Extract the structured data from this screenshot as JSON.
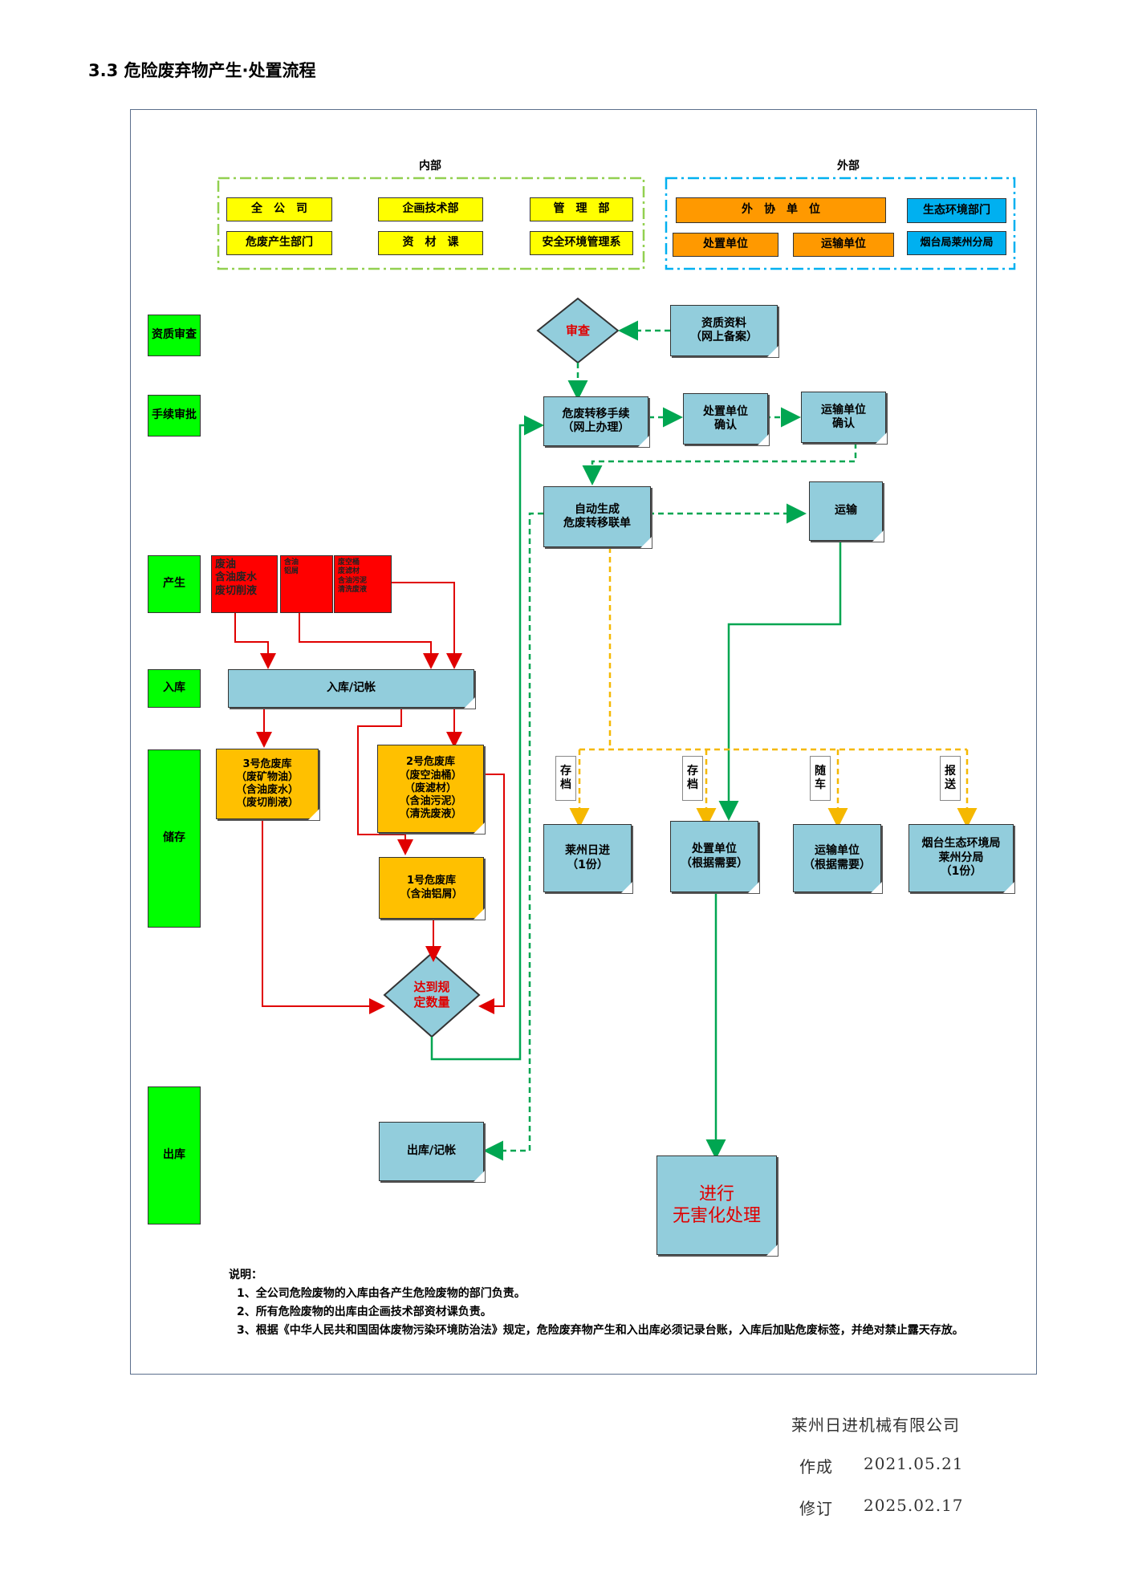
{
  "title": "3.3 危险废弃物产生·处置流程",
  "groups": {
    "internal_label": "内部",
    "external_label": "外部"
  },
  "internal": [
    "全　公　司",
    "企画技术部",
    "管　理　部",
    "危废产生部门",
    "资　材　课",
    "安全环境管理系"
  ],
  "external": [
    "外　协　单　位",
    "生态环境部门",
    "处置单位",
    "运输单位",
    "烟台局莱州分局"
  ],
  "stages": [
    "资质审查",
    "手续审批",
    "产生",
    "入库",
    "储存",
    "出库"
  ],
  "nodes": {
    "review": "审查",
    "qualification": "资质资料\n（网上备案）",
    "transfer_proc": "危废转移手续\n（网上办理）",
    "disposal_confirm": "处置单位\n确认",
    "transport_confirm": "运输单位\n确认",
    "auto_form": "自动生成\n危废转移联单",
    "transport": "运输",
    "waste1": "废油\n含油废水\n废切削液",
    "waste2": "含油\n铝屑",
    "waste3": "废空桶\n废滤材\n含油污泥\n清洗废液",
    "storage_in": "入库/记帐",
    "store3": "3号危废库\n（废矿物油）\n（含油废水）\n（废切削液）",
    "store2": "2号危废库\n（废空油桶）\n（废滤材）\n（含油污泥）\n（清洗废液）",
    "store1": "1号危废库\n（含油铝屑）",
    "threshold": "达到规\n定数量",
    "storage_out": "出库/记帐",
    "final": "进行\n无害化处理",
    "copy1": "莱州日进\n（1份）",
    "copy2": "处置单位\n（根据需要）",
    "copy3": "运输单位\n（根据需要）",
    "copy4": "烟台生态环境局\n莱州分局\n（1份）"
  },
  "tags": [
    "存\n档",
    "存\n档",
    "随\n车",
    "报\n送"
  ],
  "notes": {
    "heading": "说明：",
    "items": [
      "1、全公司危险废物的入库由各产生危险废物的部门负责。",
      "2、所有危险废物的出库由企画技术部资材课负责。",
      "3、根据《中华人民共和国固体废物污染环境防治法》规定，危险废弃物产生和入出库必须记录台账，入库后加贴危废标签，并绝对禁止露天存放。"
    ]
  },
  "footer": {
    "company": "莱州日进机械有限公司",
    "created_label": "作成",
    "created_date": "2021.05.21",
    "revised_label": "修订",
    "revised_date": "2025.02.17"
  },
  "colors": {
    "green_stage": "#00ff00",
    "node_blue": "#92cddc",
    "storage_gold": "#ffc000",
    "waste_red": "#ff0000",
    "arrow_red": "#e00000",
    "arrow_green": "#00a651",
    "arrow_gold": "#f5b800"
  }
}
